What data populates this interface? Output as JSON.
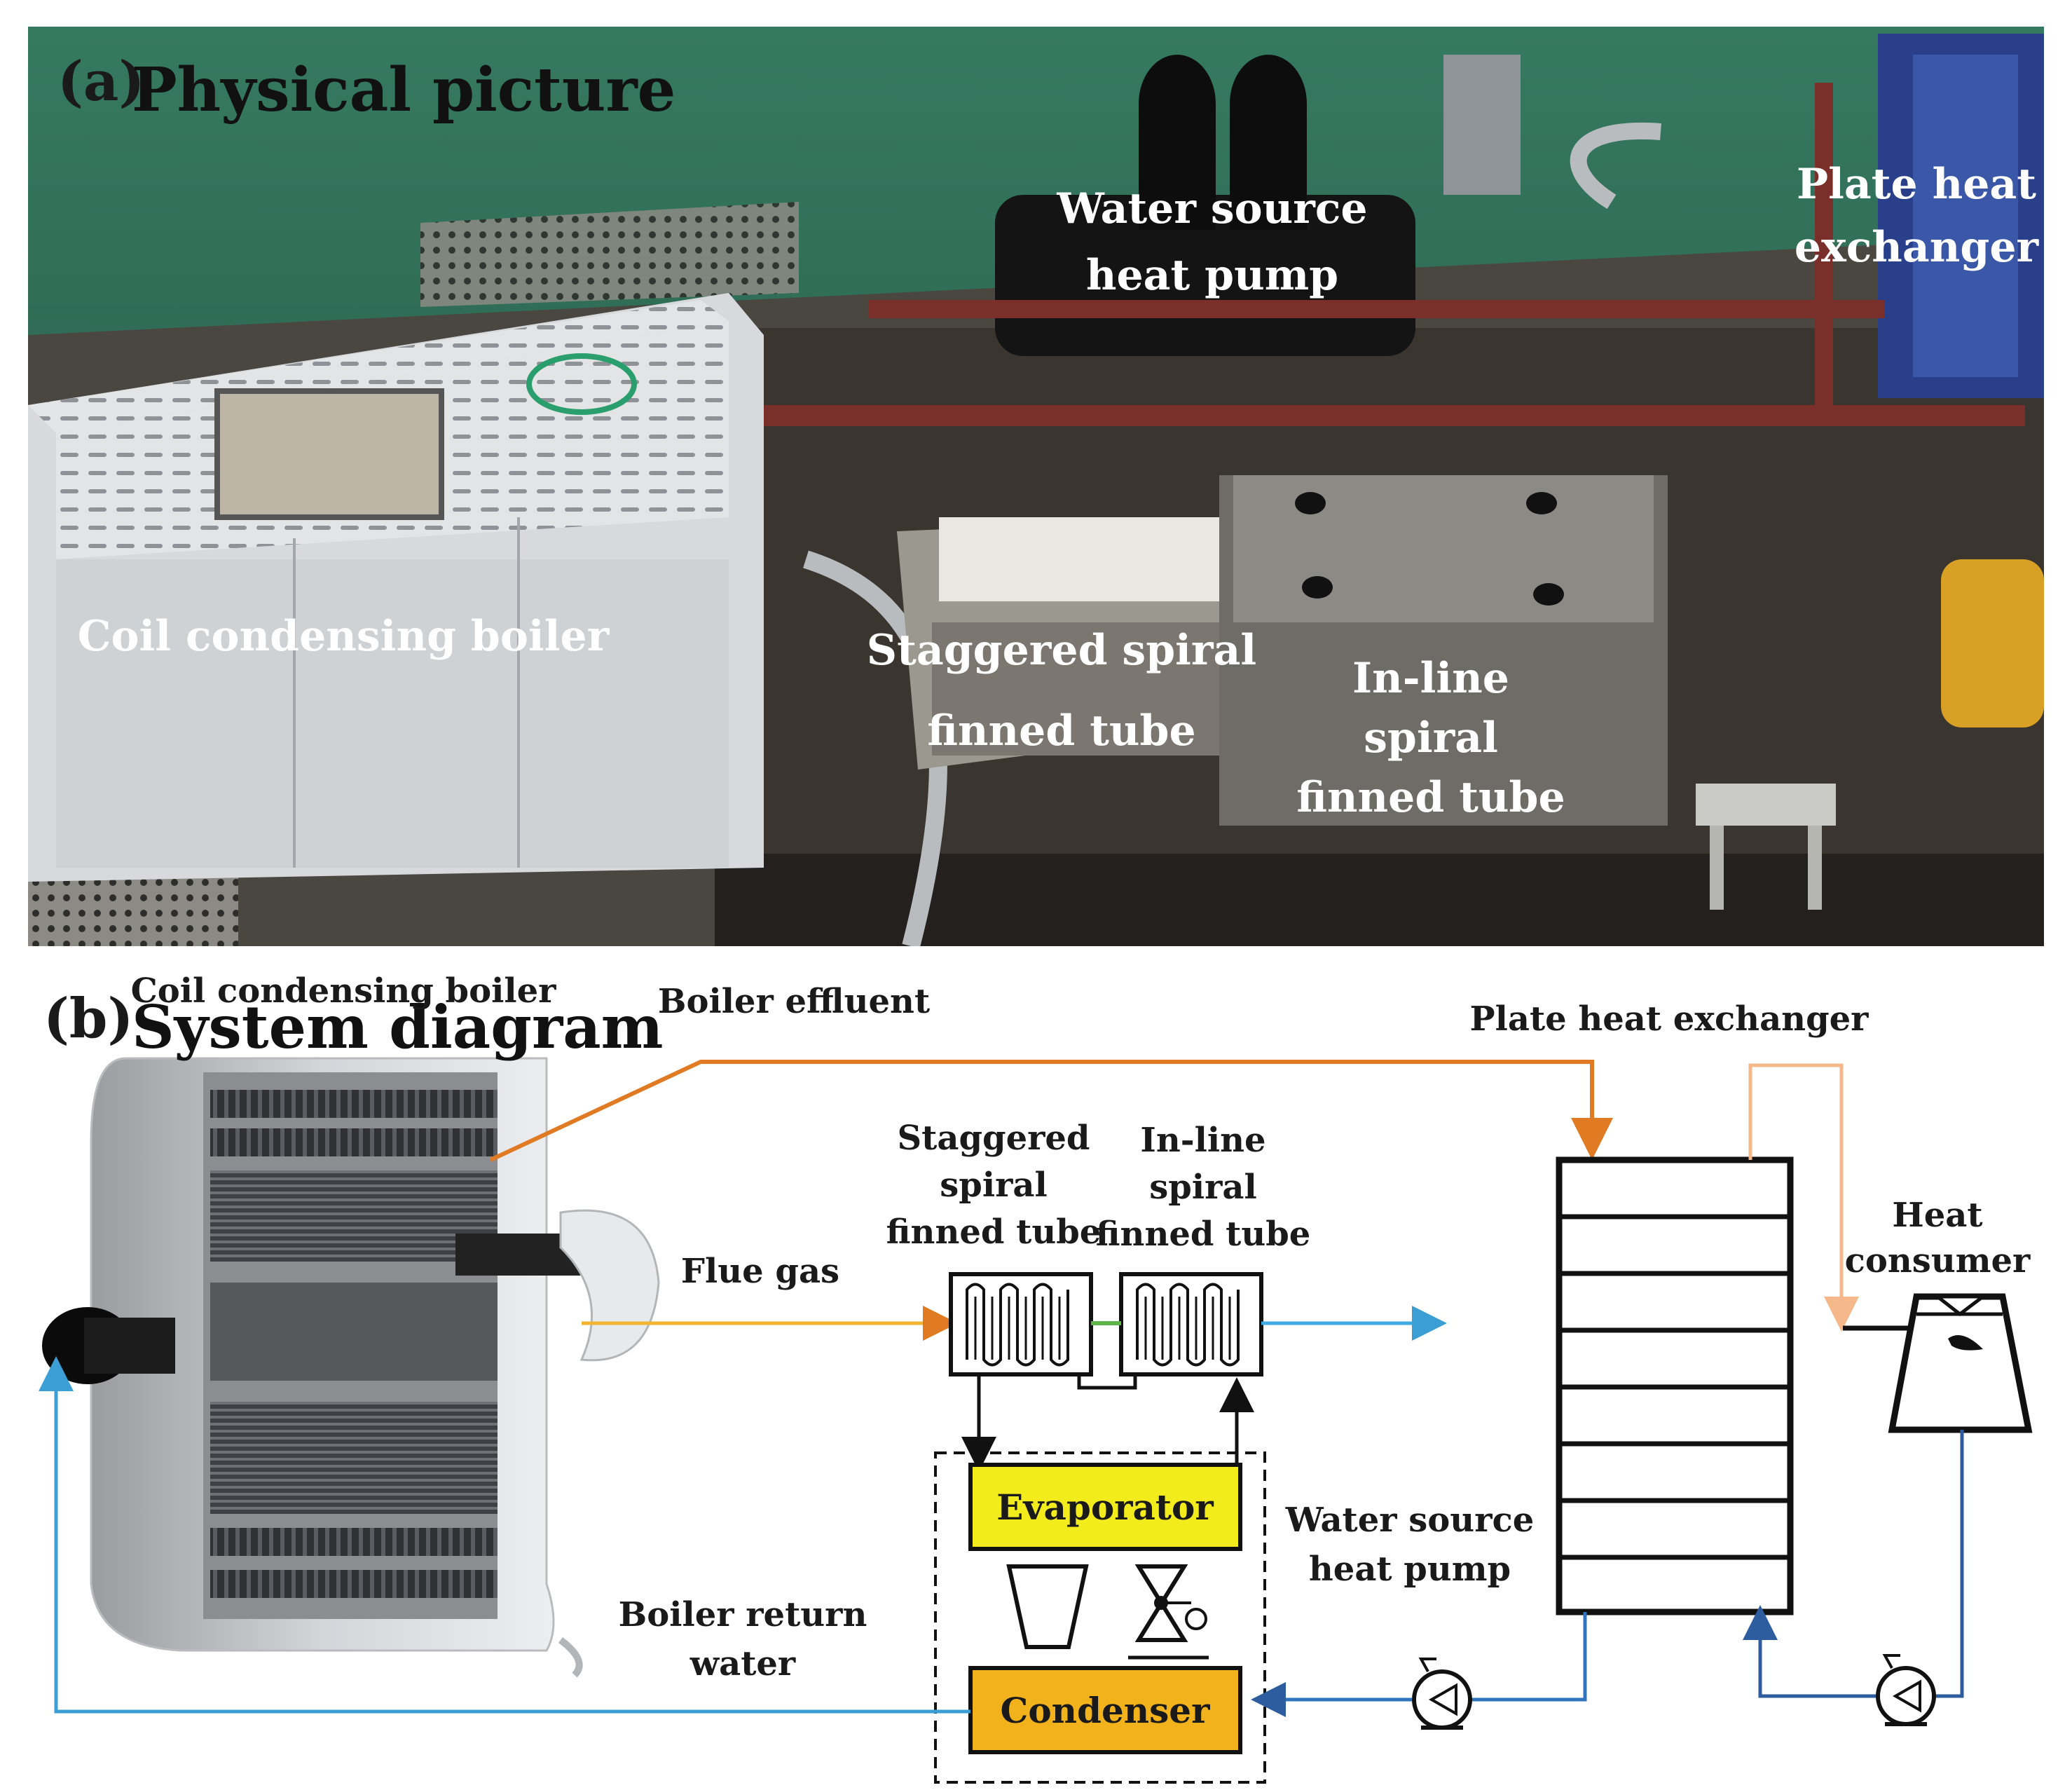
{
  "panel_a": {
    "tag": "(a)",
    "title": "Physical picture",
    "labels": {
      "water_source_heat_pump": [
        "Water source",
        "heat pump"
      ],
      "plate_heat_exchanger": [
        "Plate heat",
        "exchanger"
      ],
      "coil_condensing_boiler": "Coil condensing boiler",
      "staggered_spiral_finned_tube": [
        "Staggered spiral",
        "finned tube"
      ],
      "inline_spiral_finned_tube": [
        "In-line",
        "spiral",
        "finned tube"
      ]
    }
  },
  "panel_b": {
    "tag": "(b)",
    "title": "System diagram",
    "labels": {
      "coil_condensing_boiler": "Coil condensing boiler",
      "boiler_effluent": "Boiler effluent",
      "plate_heat_exchanger": "Plate heat exchanger",
      "staggered_spiral_finned_tube": [
        "Staggered",
        "spiral",
        "finned tube"
      ],
      "inline_spiral_finned_tube": [
        "In-line",
        "spiral",
        "finned tube"
      ],
      "flue_gas": "Flue gas",
      "heat_consumer": [
        "Heat",
        "consumer"
      ],
      "evaporator": "Evaporator",
      "condenser": "Condenser",
      "water_source_heat_pump": [
        "Water source",
        "heat pump"
      ],
      "boiler_return_water": [
        "Boiler return",
        "water"
      ]
    }
  },
  "colors": {
    "boiler_effluent_line": "#e07b24",
    "flue_gas_line": "#f2b530",
    "outlet_line": "#3fa9e0",
    "return_line": "#3b9fd6",
    "consumer_supply_line": "#f5b88a",
    "consumer_return_line": "#2d5d9f",
    "evaporator_fill": "#f2ec1c",
    "condenser_fill": "#f2b21b",
    "floor_green": "#2f6f58"
  }
}
